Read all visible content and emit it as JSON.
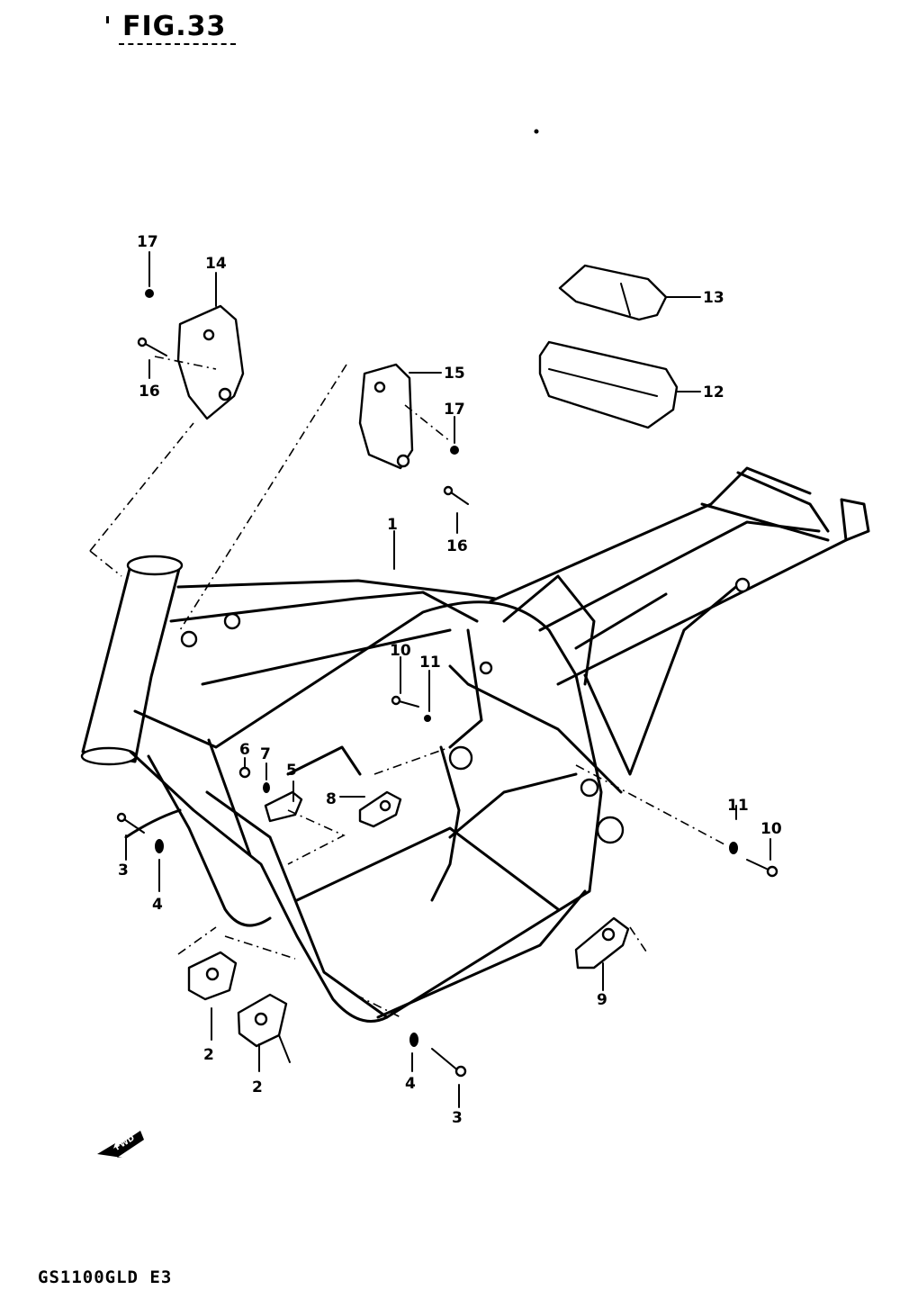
{
  "figure": {
    "title": "FIG.33",
    "model_code": "GS1100GLD E3"
  },
  "callouts": [
    {
      "id": "c1",
      "label": "1"
    },
    {
      "id": "c2a",
      "label": "2"
    },
    {
      "id": "c2b",
      "label": "2"
    },
    {
      "id": "c3a",
      "label": "3"
    },
    {
      "id": "c3b",
      "label": "3"
    },
    {
      "id": "c4a",
      "label": "4"
    },
    {
      "id": "c4b",
      "label": "4"
    },
    {
      "id": "c5",
      "label": "5"
    },
    {
      "id": "c6",
      "label": "6"
    },
    {
      "id": "c7",
      "label": "7"
    },
    {
      "id": "c8",
      "label": "8"
    },
    {
      "id": "c9",
      "label": "9"
    },
    {
      "id": "c10a",
      "label": "10"
    },
    {
      "id": "c10b",
      "label": "10"
    },
    {
      "id": "c11a",
      "label": "11"
    },
    {
      "id": "c11b",
      "label": "11"
    },
    {
      "id": "c12",
      "label": "12"
    },
    {
      "id": "c13",
      "label": "13"
    },
    {
      "id": "c14",
      "label": "14"
    },
    {
      "id": "c15",
      "label": "15"
    },
    {
      "id": "c16a",
      "label": "16"
    },
    {
      "id": "c16b",
      "label": "16"
    },
    {
      "id": "c17a",
      "label": "17"
    },
    {
      "id": "c17b",
      "label": "17"
    }
  ],
  "direction_marker": {
    "icon": "front-arrow-icon",
    "label": "FWD"
  }
}
